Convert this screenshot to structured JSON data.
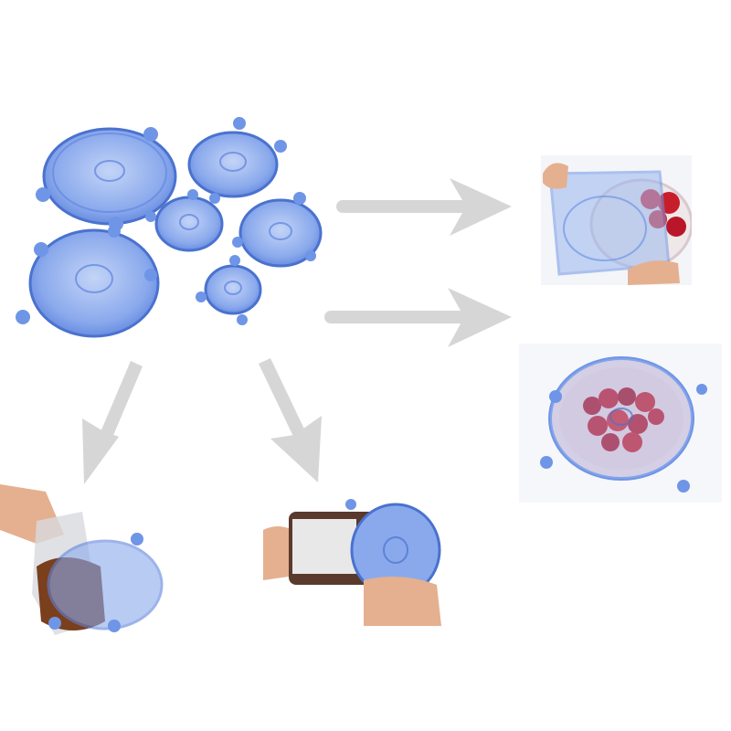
{
  "colors": {
    "background": "#ffffff",
    "lid_blue": "#6f95e6",
    "lid_blue_dark": "#4a72cf",
    "arrow_gray": "#d3d3d3",
    "skin": "#e5b08f",
    "tomato": "#c81e2b",
    "jar_amber": "#7a3f1c"
  },
  "scene": {
    "lid_set": {
      "count": 6,
      "color": "blue"
    },
    "uses": [
      {
        "id": "bowl-stretch",
        "icon": "stretch-lid-over-bowl"
      },
      {
        "id": "plate-cover",
        "icon": "lid-covering-plate-of-tomatoes"
      },
      {
        "id": "jar-cover",
        "icon": "lid-on-glass-jar"
      },
      {
        "id": "can-cover",
        "icon": "lid-on-can"
      }
    ]
  }
}
